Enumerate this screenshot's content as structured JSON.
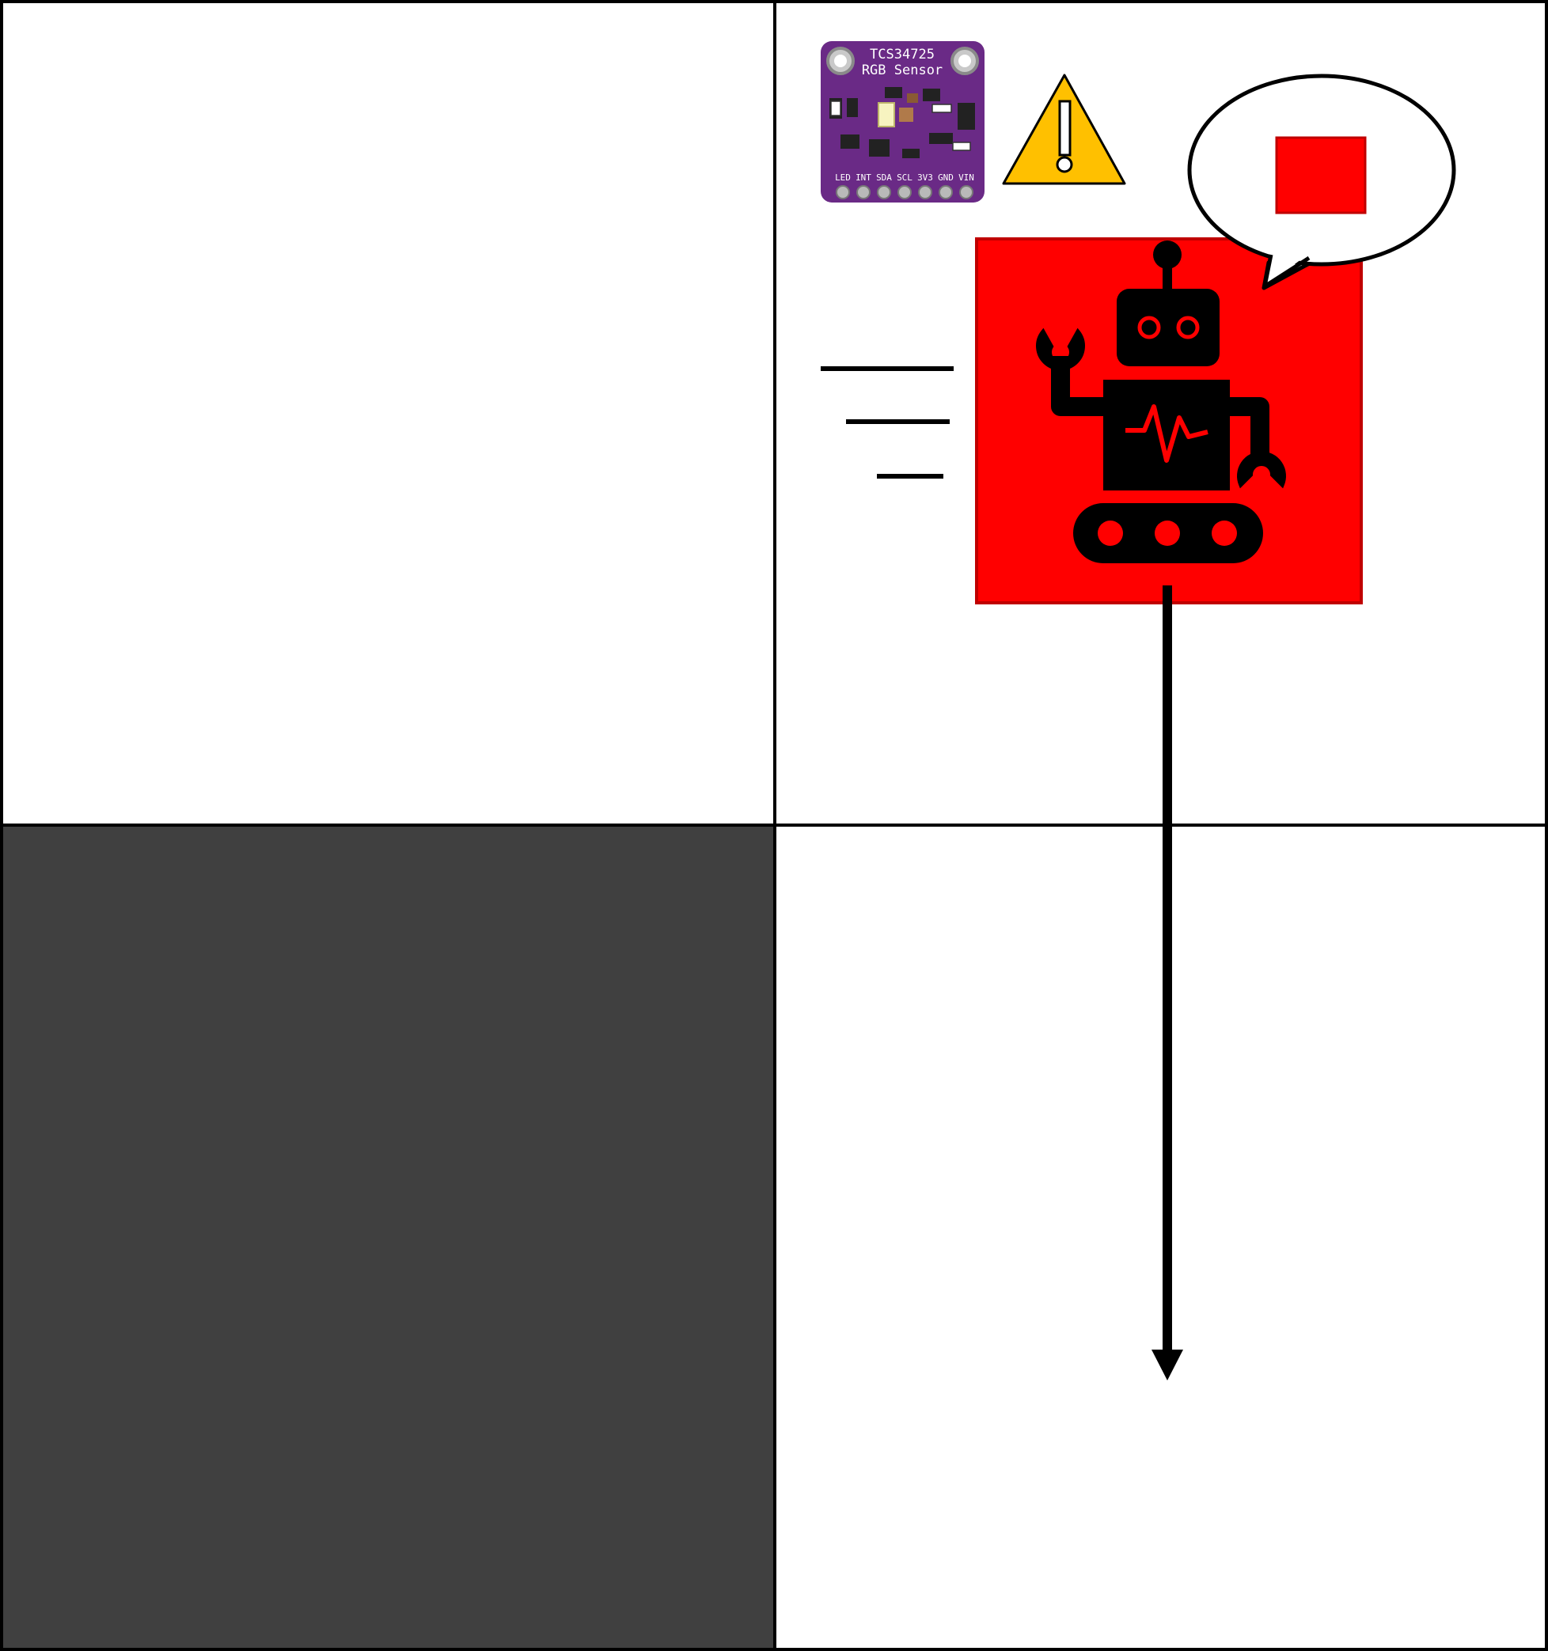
{
  "grid": {
    "rows": 2,
    "cols": 2,
    "cells": [
      {
        "row": 0,
        "col": 0,
        "state": "empty",
        "color": "#ffffff"
      },
      {
        "row": 0,
        "col": 1,
        "state": "robot",
        "color": "#ffffff"
      },
      {
        "row": 1,
        "col": 0,
        "state": "wall",
        "color": "#404040"
      },
      {
        "row": 1,
        "col": 1,
        "state": "empty",
        "color": "#ffffff"
      }
    ]
  },
  "robot": {
    "icon": "robot-icon",
    "detected_color": "#ff0000",
    "move_direction": "down"
  },
  "sensor": {
    "icon": "rgb-sensor-board-icon",
    "board_color": "#6a2a86",
    "title": "TCS34725",
    "subtitle": "RGB Sensor",
    "pins": [
      "LED",
      "INT",
      "SDA",
      "SCL",
      "3V3",
      "GND",
      "VIN"
    ]
  },
  "warning": {
    "icon": "warning-icon",
    "color": "#ffc000"
  },
  "speech": {
    "icon": "speech-bubble-icon",
    "swatch_color": "#ff0000"
  }
}
